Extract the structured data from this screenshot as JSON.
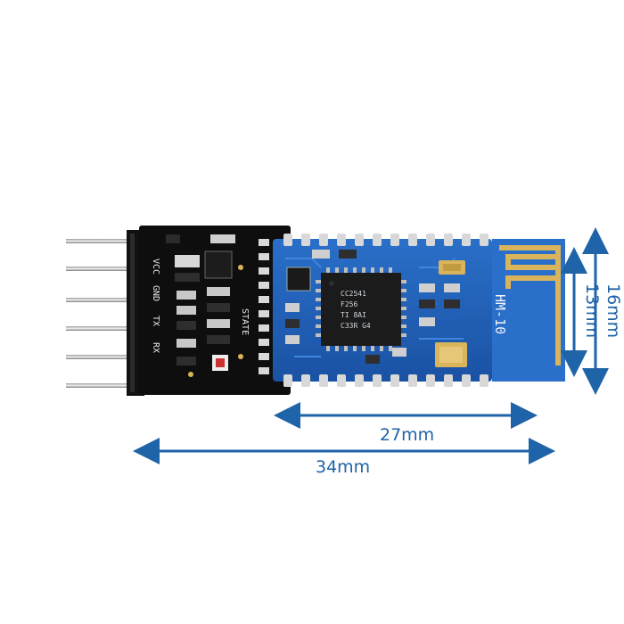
{
  "module": {
    "pin_labels": [
      "VCC",
      "GND",
      "TX",
      "RX"
    ],
    "state_label": "STATE",
    "chip_lines": [
      "CC2541",
      "F256",
      "TI 8AI",
      "C33R G4"
    ],
    "model_label": "HM-10"
  },
  "dimensions": {
    "width_27": "27mm",
    "width_34": "34mm",
    "height_13": "13mm",
    "height_16": "16mm"
  },
  "colors": {
    "dimension_line": "#1f63a8",
    "pcb_blue": "#1f5fb8",
    "pcb_black": "#0e0e0e",
    "gold": "#d9b45a"
  }
}
